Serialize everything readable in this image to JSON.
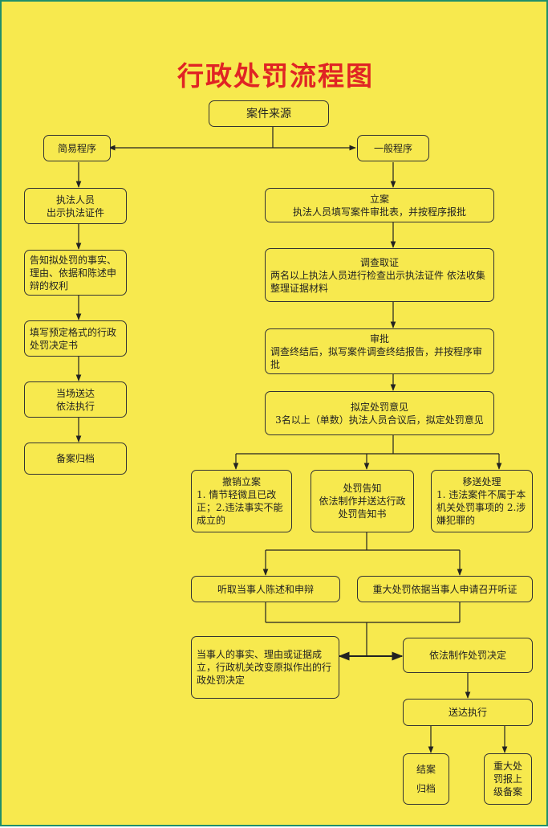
{
  "title": "行政处罚流程图",
  "source": "案件来源",
  "simple": {
    "label": "简易程序",
    "steps": [
      [
        "执法人员",
        "出示执法证件"
      ],
      [
        "告知拟处罚的事实、理由、依据和陈述申辩的权利"
      ],
      [
        "填写预定格式的行政处罚决定书"
      ],
      [
        "当场送达",
        "依法执行"
      ],
      [
        "备案归档"
      ]
    ]
  },
  "general": {
    "label": "一般程序",
    "register": {
      "title": "立案",
      "body": "执法人员填写案件审批表，并按程序报批"
    },
    "investigate": {
      "title": "调查取证",
      "body": "两名以上执法人员进行检查出示执法证件 依法收集整理证据材料"
    },
    "approve": {
      "title": "审批",
      "body": "调查终结后，拟写案件调查终结报告，并按程序审批"
    },
    "opinion": {
      "title": "拟定处罚意见",
      "body": "3名以上（单数）执法人员合议后，拟定处罚意见"
    },
    "revoke": {
      "title": "撤销立案",
      "body": "1. 情节轻微且已改正；2.违法事实不能成立的"
    },
    "notice": {
      "title": "处罚告知",
      "body": "依法制作并送达行政处罚告知书"
    },
    "transfer": {
      "title": "移送处理",
      "body": "1. 违法案件不属于本机关处罚事项的 2.涉嫌犯罪的"
    },
    "hear_statement": "听取当事人陈述和申辩",
    "hearing": "重大处罚依据当事人申请召开听证",
    "change": "当事人的事实、理由或证据成立，行政机关改变原拟作出的行政处罚决定",
    "decision": "依法制作处罚决定",
    "deliver": "送达执行",
    "close": [
      "结案",
      "归档"
    ],
    "report": "重大处罚报上级备案"
  },
  "colors": {
    "background": "#f7e94e",
    "title": "#e02424",
    "frame": "#1f8f6a",
    "stroke": "#333333"
  }
}
